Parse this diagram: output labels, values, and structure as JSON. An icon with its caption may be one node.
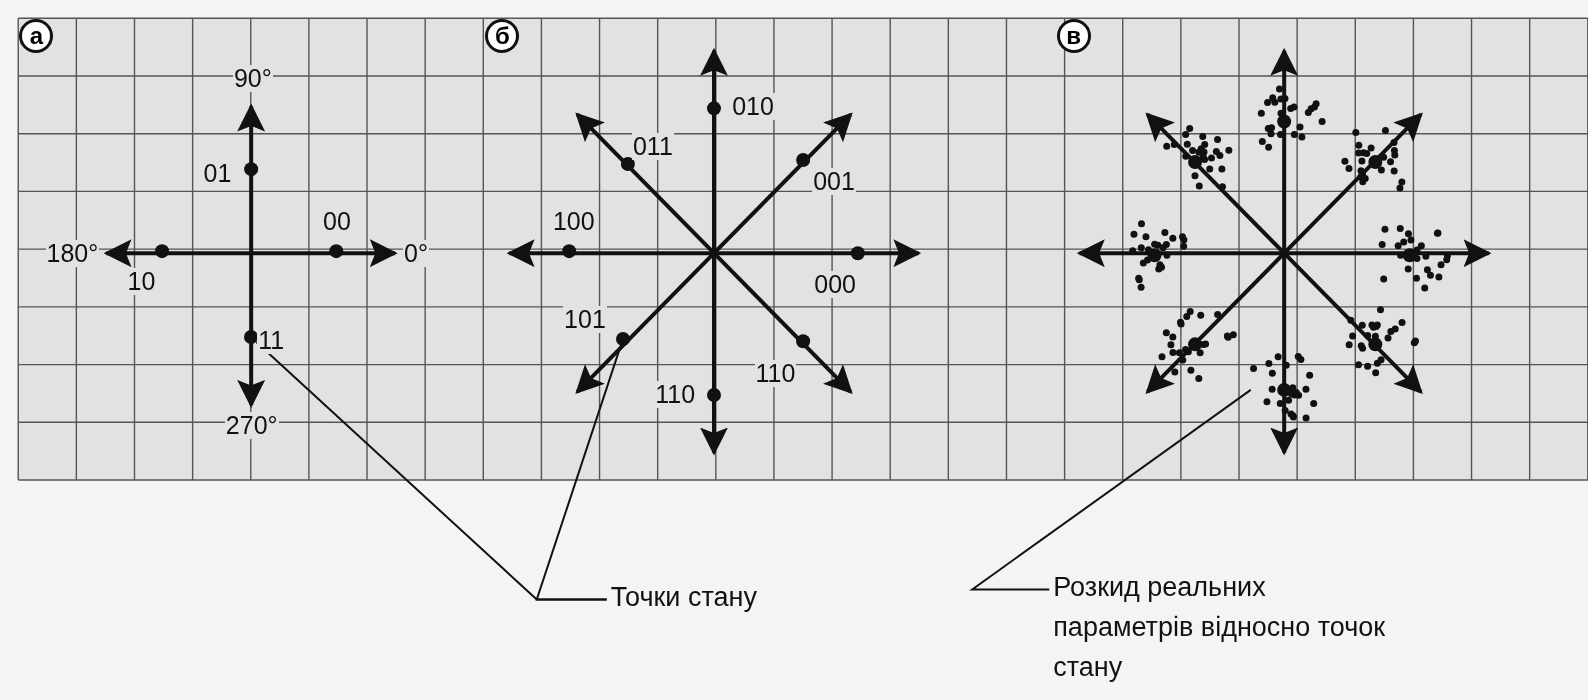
{
  "diagram": {
    "nodes": [
      {
        "text": [
          "а"
        ]
      },
      {
        "text": [
          "б"
        ]
      },
      {
        "text": [
          "в"
        ]
      },
      {
        "text": [],
        "shape": "circle"
      },
      {
        "text": [],
        "shape": "circle"
      },
      {
        "text": [
          "Точки стану"
        ]
      },
      {
        "text": [
          "Розкид реальних параметрів  відносно точок стану"
        ]
      }
    ],
    "edges": [
      {
        "from": 5,
        "to": 3,
        "arrow": "none"
      },
      {
        "from": 5,
        "to": 4,
        "arrow": "none"
      },
      {
        "from": 6,
        "to": null,
        "arrow": "none"
      }
    ],
    "labels": [
      "90°",
      "01",
      "00",
      "0°",
      "180°",
      "10",
      "11",
      "270°",
      "010",
      "011",
      "001",
      "100",
      "000",
      "101",
      "110",
      "110"
    ]
  }
}
